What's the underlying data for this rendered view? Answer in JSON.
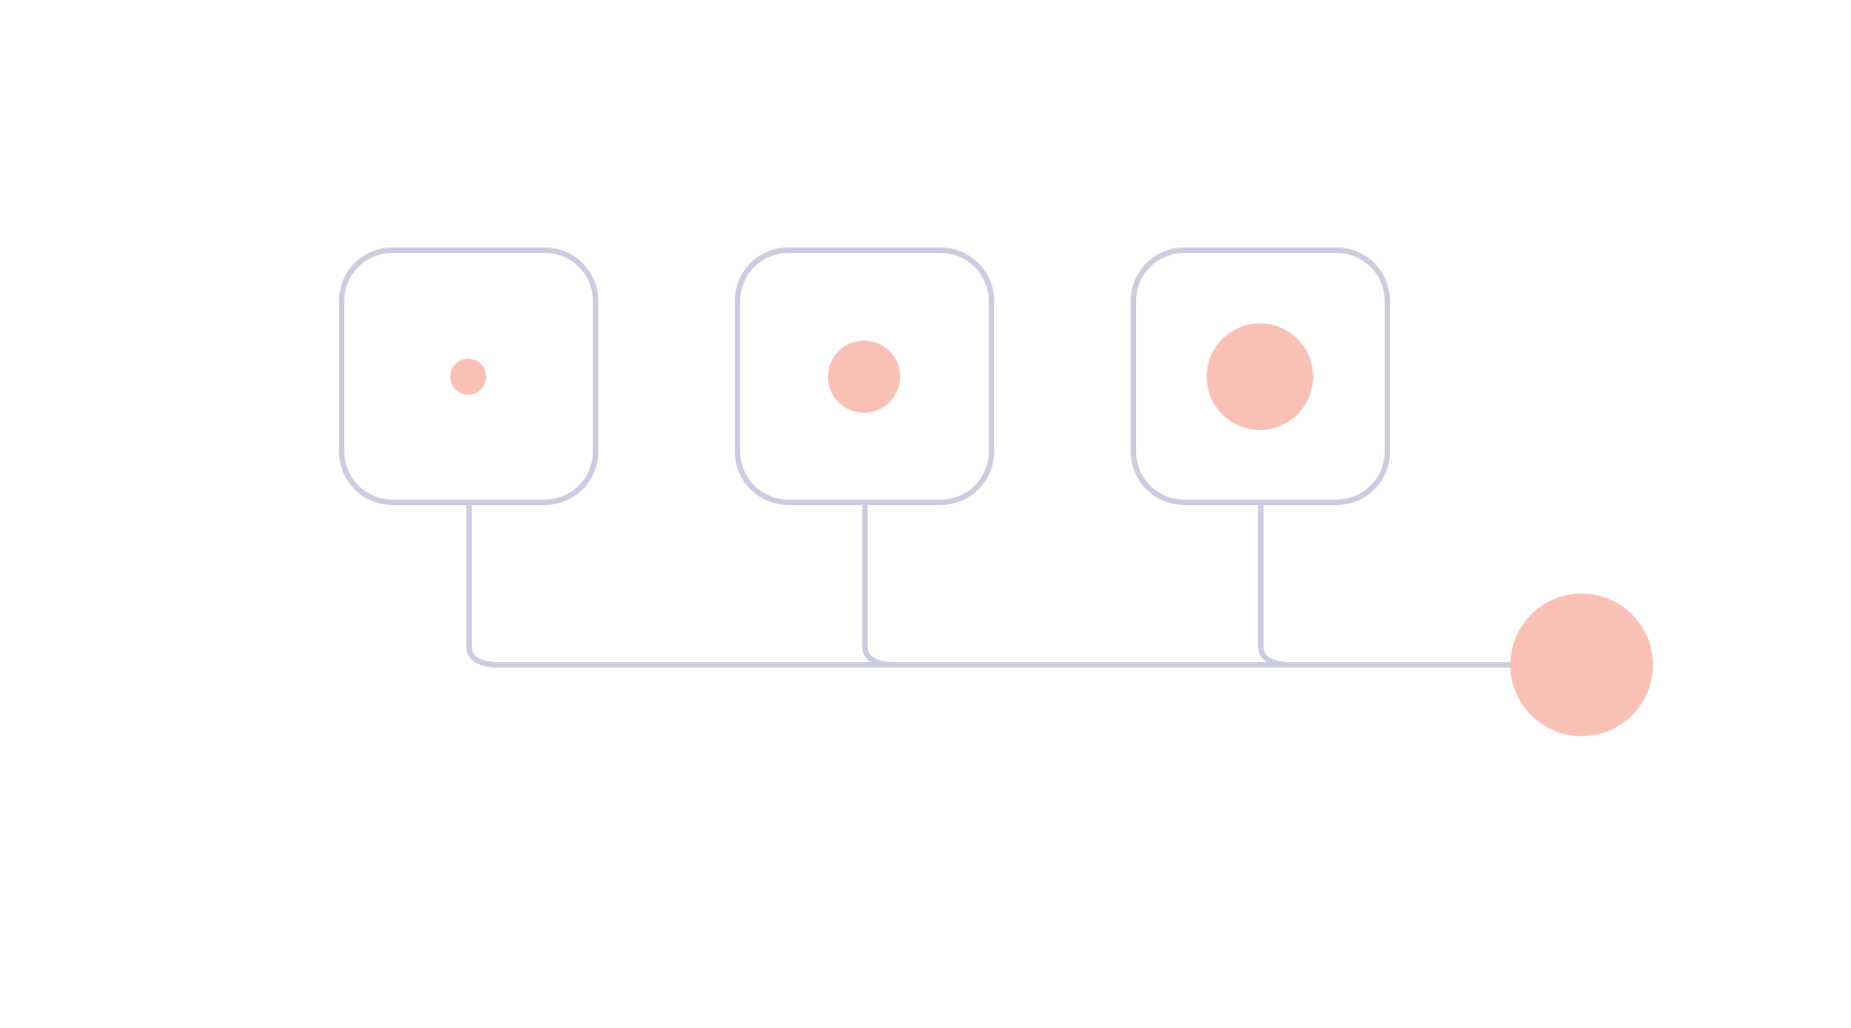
{
  "diagram": {
    "colors": {
      "background": "#ffffff",
      "outline": "#cccce0",
      "accent": "#f9c1b6"
    },
    "boxes": [
      {
        "name": "box-1",
        "dot": "small-dot-icon"
      },
      {
        "name": "box-2",
        "dot": "medium-dot-icon"
      },
      {
        "name": "box-3",
        "dot": "large-dot-icon"
      }
    ],
    "result": {
      "name": "combined-result",
      "icon": "large-circle-icon"
    }
  }
}
